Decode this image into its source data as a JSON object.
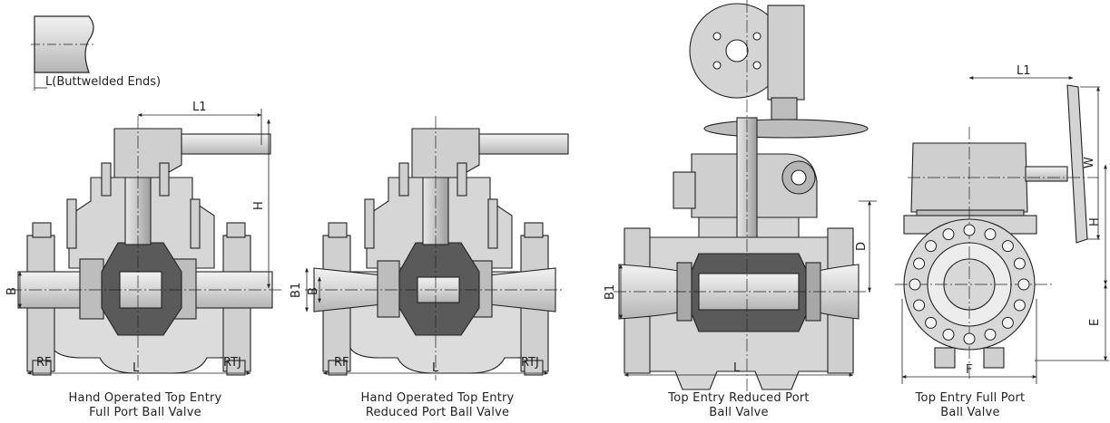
{
  "inset": {
    "label": "L(Buttwelded Ends)"
  },
  "valves": [
    {
      "caption": [
        "Hand Operated Top Entry",
        "Full Port Ball Valve"
      ],
      "dims": {
        "L1": "L1",
        "H": "H",
        "B": "B",
        "L": "L",
        "RF": "RF",
        "RTJ": "RTJ"
      }
    },
    {
      "caption": [
        "Hand Operated Top Entry",
        "Reduced Port Ball Valve"
      ],
      "dims": {
        "B1": "B1",
        "B": "B",
        "L": "L",
        "RF": "RF",
        "RTJ": "RTJ"
      }
    },
    {
      "caption": [
        "Top Entry Reduced Port",
        "Ball Valve"
      ],
      "dims": {
        "D": "D",
        "B1": "B1",
        "L": "L"
      }
    },
    {
      "caption": [
        "Top Entry Full Port",
        "Ball Valve"
      ],
      "dims": {
        "L1": "L1",
        "W": "W",
        "H": "H",
        "E": "E",
        "F": "F"
      }
    }
  ],
  "colors": {
    "line": "#222222",
    "body": "#d9d9d9",
    "shade": "#b8b8b8",
    "dark": "#5a5a5a",
    "white": "#ffffff"
  }
}
